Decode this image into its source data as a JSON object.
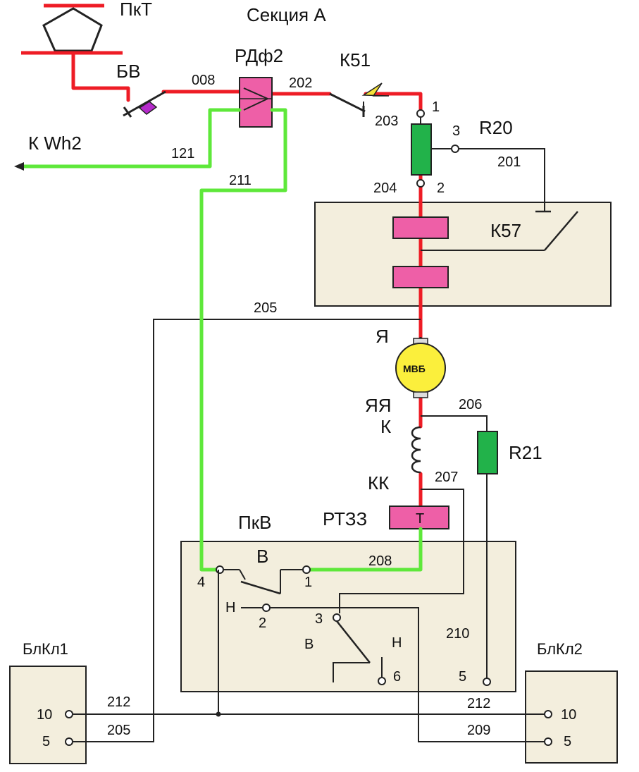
{
  "title": "Секция А",
  "colors": {
    "power_wire": "#ee1c25",
    "control_wire": "#5ee83a",
    "black_wire": "#222222",
    "block_fill": "#f3eedd",
    "resistor_fill": "#22b24a",
    "coil_fill": "#ee5fa7",
    "motor_fill": "#fbef3c",
    "arc_fill": "#f5e23a",
    "switch_handle": "#b52acb"
  },
  "components": {
    "pantograph": "ПкТ",
    "main_switch": "БВ",
    "relay_rdf": "РДф2",
    "contactor_k51": "К51",
    "resistor_r20": "R20",
    "contactor_k57": "К57",
    "motor": "МВБ",
    "resistor_r21": "R21",
    "relay_rtz": "РТЗЗ",
    "relay_rtz_coil": "Т",
    "switch_pkv": "ПкВ",
    "block_left": "БлКл1",
    "block_right": "БлКл2",
    "meter_ref": "К Wh2"
  },
  "wires": {
    "w008": "008",
    "w202": "202",
    "w203": "203",
    "w121": "121",
    "w211": "211",
    "w201": "201",
    "w204": "204",
    "w205": "205",
    "w206": "206",
    "w207": "207",
    "w208": "208",
    "w210": "210",
    "w212_left": "212",
    "w205_left": "205",
    "w212_right": "212",
    "w209": "209"
  },
  "terminals": {
    "r20_1": "1",
    "r20_3": "3",
    "r20_2": "2",
    "pkv_4": "4",
    "pkv_1": "1",
    "pkv_2": "2",
    "pkv_3": "3",
    "pkv_6": "6",
    "pkv_5": "5",
    "bl1_10": "10",
    "bl1_5": "5",
    "bl2_10": "10",
    "bl2_5": "5"
  },
  "motor_terminals": {
    "armature": "Я",
    "armature_end": "ЯЯ",
    "field": "К",
    "field_end": "КК"
  },
  "switch_positions": {
    "top_v": "В",
    "left_n": "Н",
    "lower_v": "В",
    "lower_n": "Н"
  }
}
